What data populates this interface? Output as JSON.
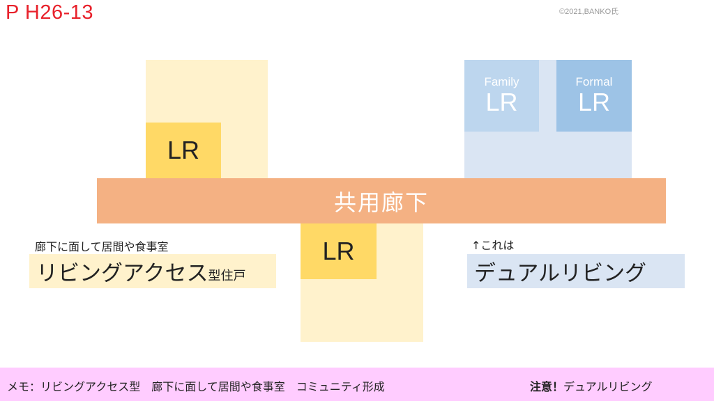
{
  "header": {
    "title": "P H26-13",
    "copyright": "©2021,BANKO氏"
  },
  "diagram": {
    "left_unit": {
      "room_label": "LR"
    },
    "center_unit": {
      "room_label": "LR"
    },
    "right_unit": {
      "family_room": {
        "small_label": "Family",
        "label": "LR"
      },
      "formal_room": {
        "small_label": "Formal",
        "label": "LR"
      }
    },
    "corridor_label": "共用廊下",
    "left_note": "廊下に面して居間や食事室",
    "left_label_main": "リビングアクセス",
    "left_label_suffix": "型住戸",
    "right_note": "↑これは",
    "right_label": "デュアルリビング"
  },
  "memo": {
    "text": "メモ：リビングアクセス型　廊下に面して居間や食事室　コミュニティ形成",
    "warning_prefix": "注意！",
    "warning_text": "デュアルリビング"
  },
  "colors": {
    "title": "#e8212b",
    "light_yellow": "#fff2cc",
    "yellow": "#ffd966",
    "light_blue": "#dae5f3",
    "mid_blue": "#bdd6ee",
    "blue": "#9dc3e6",
    "corridor": "#f4b183",
    "memo_bar": "#ffccff"
  }
}
